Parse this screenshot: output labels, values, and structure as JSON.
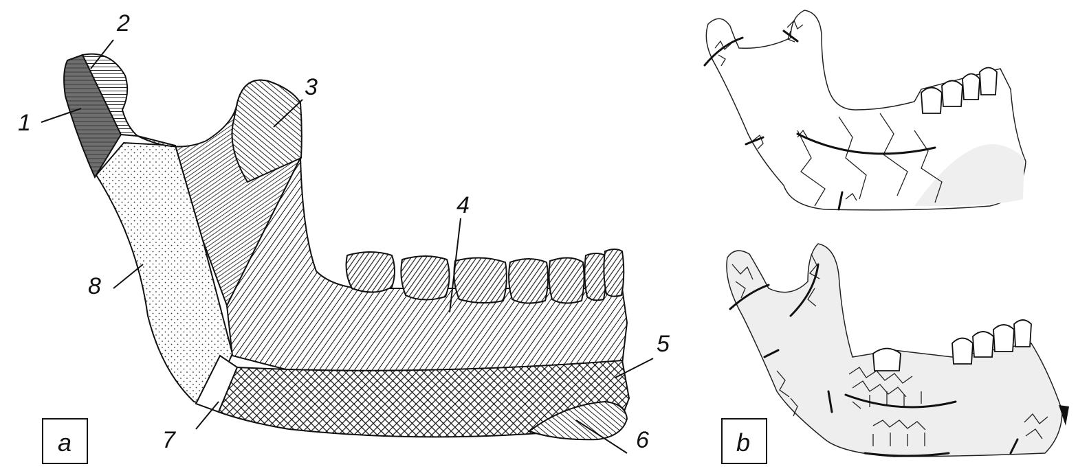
{
  "panel_a": {
    "label": "a",
    "callouts": [
      "1",
      "2",
      "3",
      "4",
      "5",
      "6",
      "7",
      "8"
    ]
  },
  "panel_b": {
    "label": "b"
  }
}
